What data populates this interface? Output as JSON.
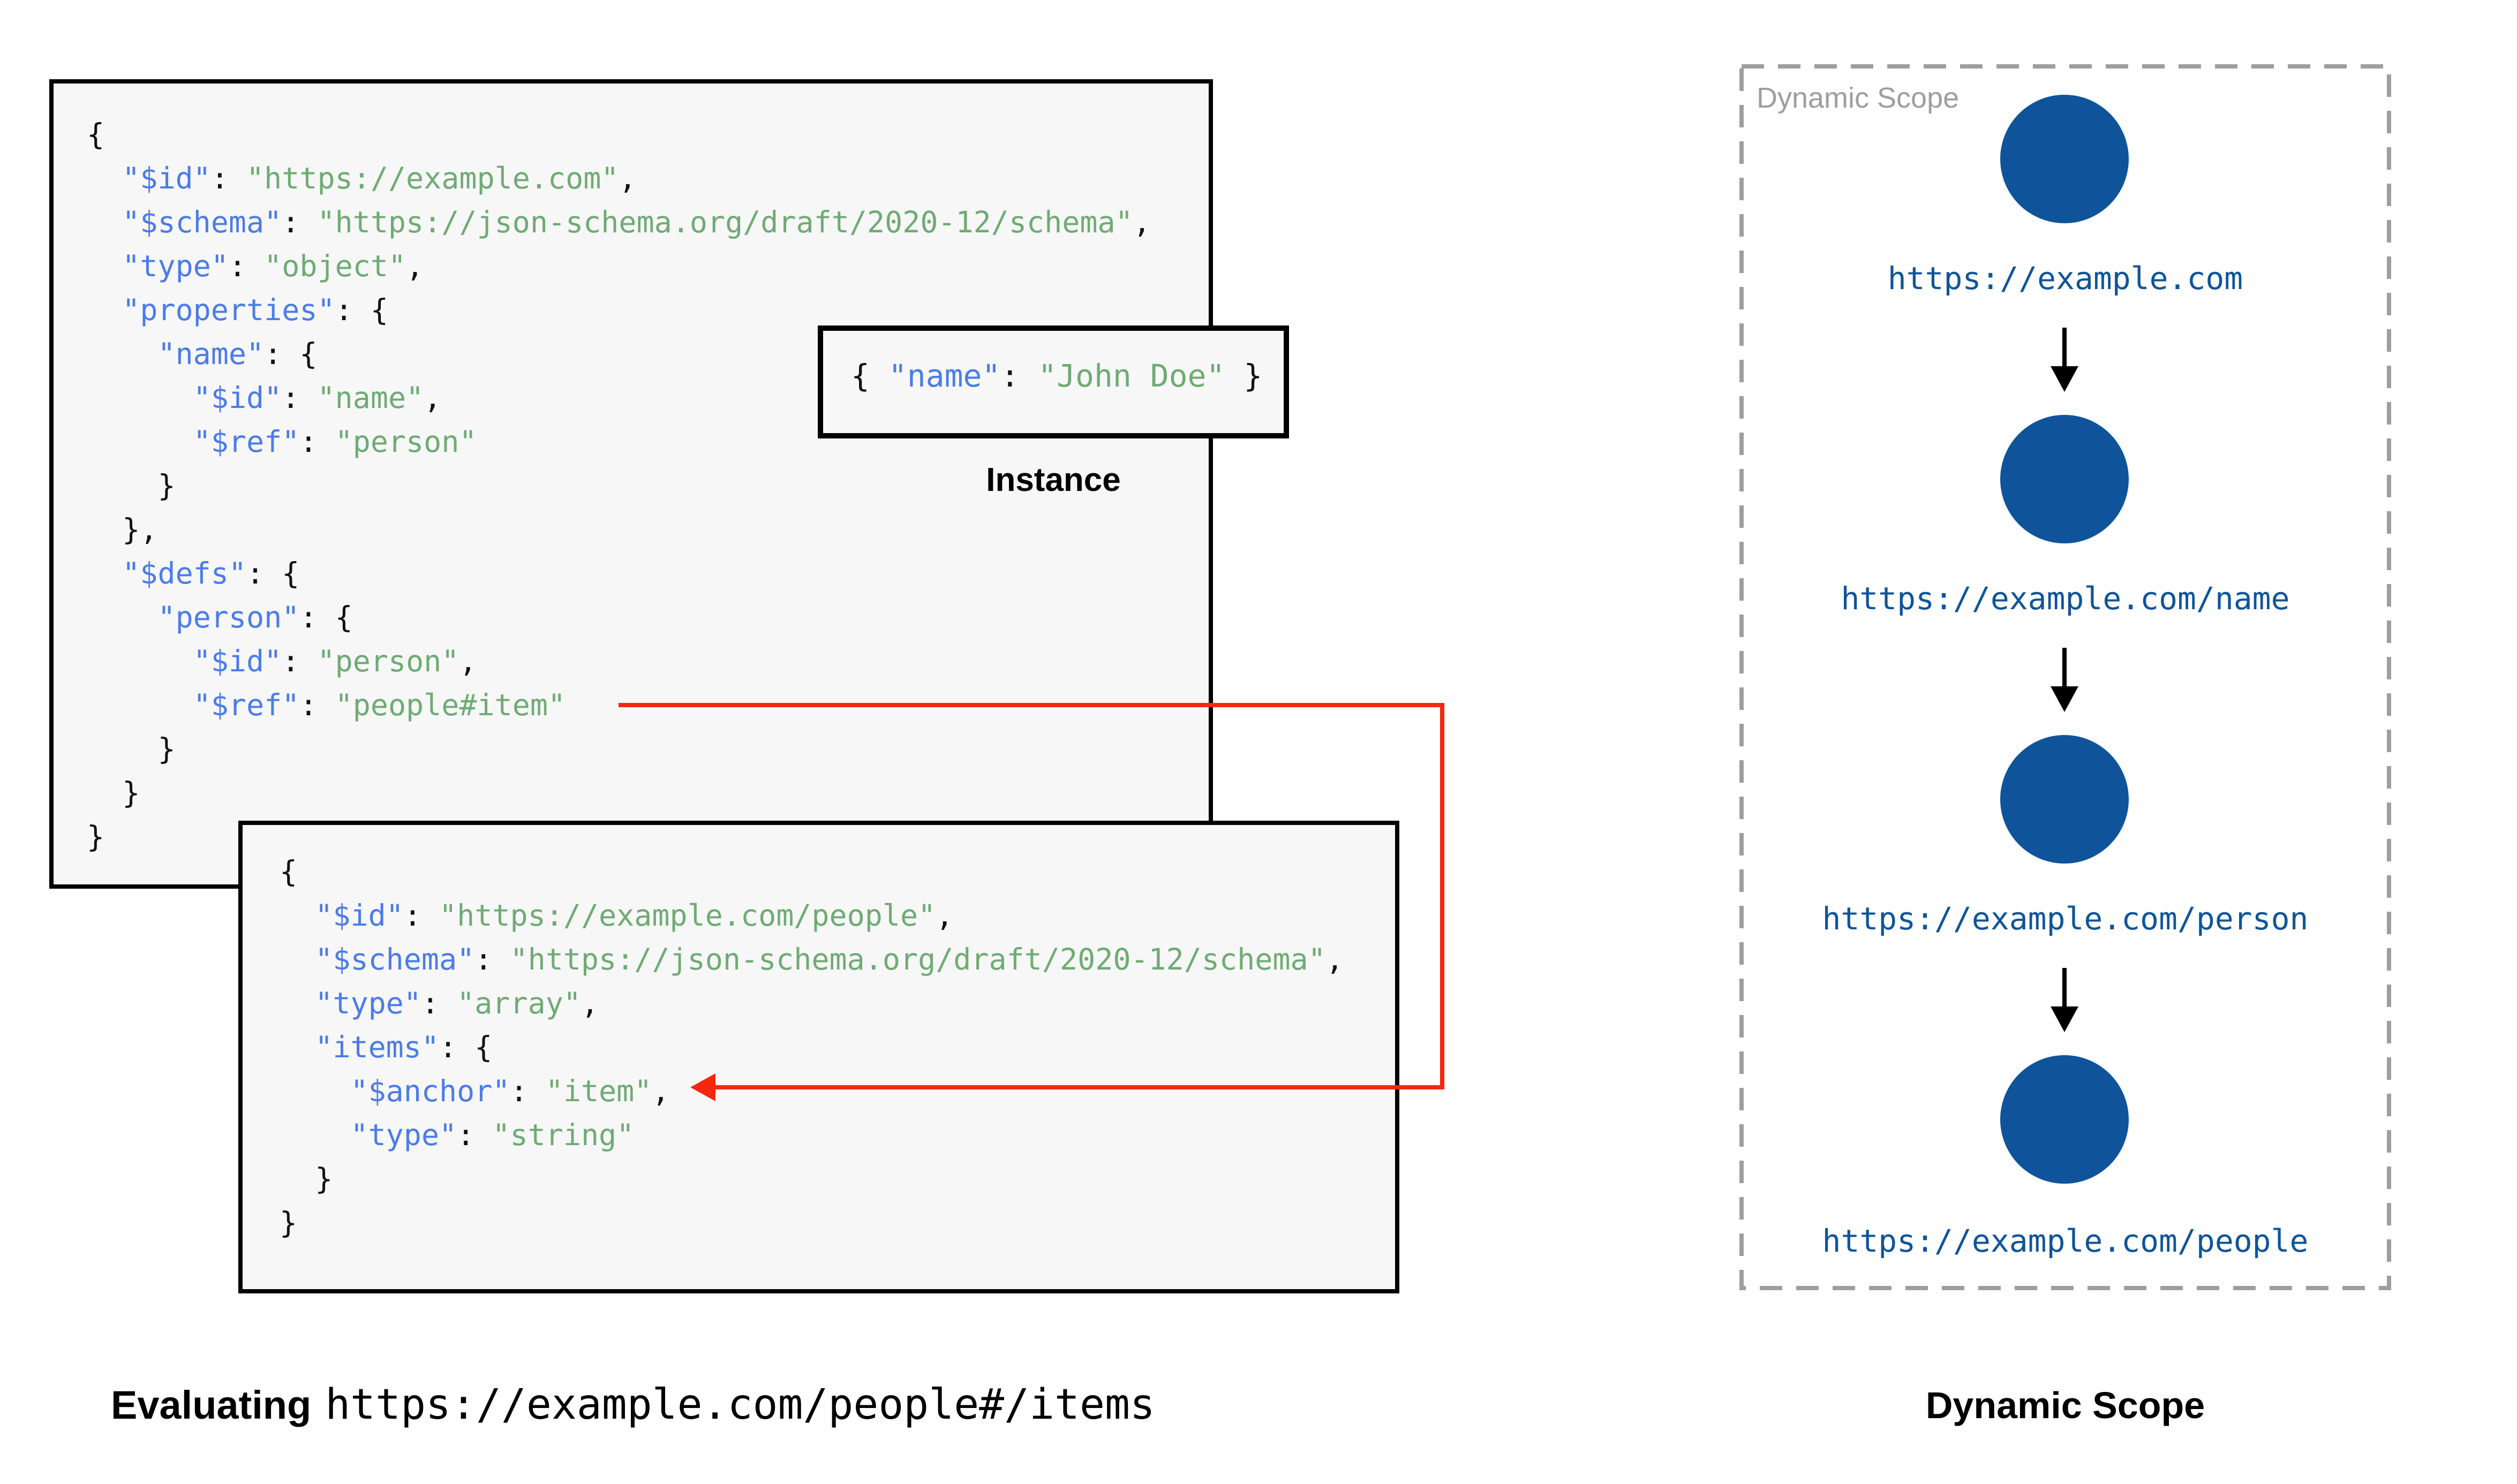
{
  "schema1": {
    "code": [
      "{",
      "  \"$id\": \"https://example.com\",",
      "  \"$schema\": \"https://json-schema.org/draft/2020-12/schema\",",
      "  \"type\": \"object\",",
      "  \"properties\": {",
      "    \"name\": {",
      "      \"$id\": \"name\",",
      "      \"$ref\": \"person\"",
      "    }",
      "  },",
      "  \"$defs\": {",
      "    \"person\": {",
      "      \"$id\": \"person\",",
      "      \"$ref\": \"people#item\"",
      "    }",
      "  }",
      "}"
    ]
  },
  "schema2": {
    "code": [
      "{",
      "  \"$id\": \"https://example.com/people\",",
      "  \"$schema\": \"https://json-schema.org/draft/2020-12/schema\",",
      "  \"type\": \"array\",",
      "  \"items\": {",
      "    \"$anchor\": \"item\",",
      "    \"type\": \"string\"",
      "  }",
      "}"
    ]
  },
  "instance": {
    "code": [
      "{ \"name\": \"John Doe\" }"
    ],
    "label": "Instance"
  },
  "evaluating": {
    "prefix": "Evaluating",
    "uri": "https://example.com/people#/items"
  },
  "dynamic_scope": {
    "panel_label": "Dynamic Scope",
    "title": "Dynamic Scope",
    "nodes": [
      "https://example.com",
      "https://example.com/name",
      "https://example.com/person",
      "https://example.com/people"
    ]
  },
  "colors": {
    "key_blue": "#4B7CE8",
    "string_green": "#6FAB74",
    "node_blue": "#0F549B",
    "arrow_red": "#F5270F",
    "panel_gray": "#9E9E9E",
    "box_background": "#F7F7F7"
  }
}
